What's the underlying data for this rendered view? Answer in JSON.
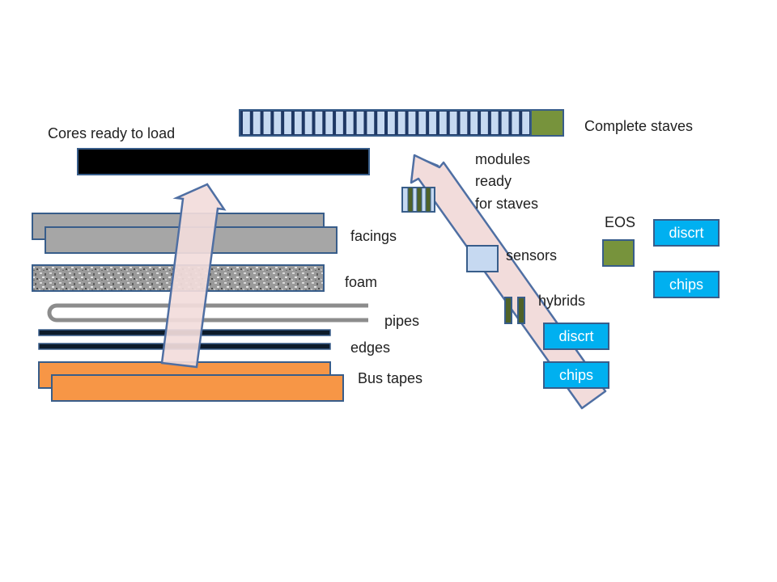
{
  "labels": {
    "cores_ready": "Cores ready to load",
    "complete_staves": "Complete staves",
    "modules_line1": "modules",
    "modules_line2": "ready",
    "modules_line3": "for staves",
    "facings": "facings",
    "foam": "foam",
    "pipes": "pipes",
    "edges": "edges",
    "bus_tapes": "Bus tapes",
    "sensors": "sensors",
    "hybrids": "hybrids",
    "eos": "EOS"
  },
  "buttons": {
    "discrt_right": "discrt",
    "chips_right": "chips",
    "discrt_mid": "discrt",
    "chips_mid": "chips"
  },
  "colors": {
    "arrow_fill": "#f2dcdb",
    "arrow_stroke": "#4f6fa3",
    "core_black": "#000000",
    "facing_gray": "#a6a6a6",
    "pipe_gray": "#8c8c8c",
    "edge_dark": "#0d1b2a",
    "bus_orange": "#f79646",
    "module_blue": "#c6d9f1",
    "module_green": "#4f6228",
    "eos_green": "#77933c",
    "chip_blue": "#00b0f0",
    "outline_blue": "#385d8a"
  }
}
